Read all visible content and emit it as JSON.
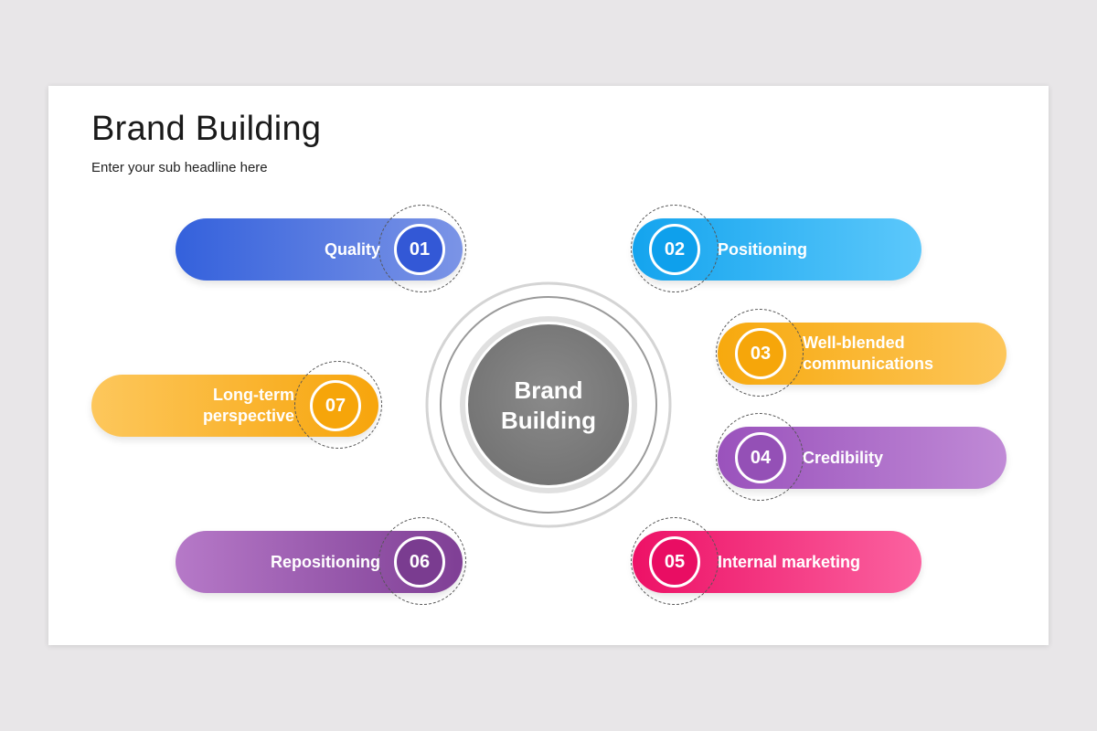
{
  "title": "Brand Building",
  "subtitle": "Enter your sub headline here",
  "center": {
    "line1": "Brand",
    "line2": "Building"
  },
  "items": [
    {
      "number": "01",
      "line1": "Quality",
      "line2": "",
      "color_start": "#3461dc",
      "color_end": "#7b94e6",
      "circle_color": "#3358d6"
    },
    {
      "number": "02",
      "line1": "Positioning",
      "line2": "",
      "color_start": "#14a4ee",
      "color_end": "#5cc8fb",
      "circle_color": "#0ea0ec"
    },
    {
      "number": "03",
      "line1": "Well-blended",
      "line2": "communications",
      "color_start": "#f7a90e",
      "color_end": "#fdc65a",
      "circle_color": "#f6a60a"
    },
    {
      "number": "04",
      "line1": "Credibility",
      "line2": "",
      "color_start": "#9a52bc",
      "color_end": "#c08ad6",
      "circle_color": "#9450b6"
    },
    {
      "number": "05",
      "line1": "Internal marketing",
      "line2": "",
      "color_start": "#ed1166",
      "color_end": "#fb62a0",
      "circle_color": "#e90d63"
    },
    {
      "number": "06",
      "line1": "Repositioning",
      "line2": "",
      "color_start": "#b679c8",
      "color_end": "#7f3f95",
      "circle_color": "#7a3c90"
    },
    {
      "number": "07",
      "line1": "Long-term",
      "line2": "perspective",
      "color_start": "#fdc75c",
      "color_end": "#f7a50c",
      "circle_color": "#f6a50a"
    }
  ]
}
